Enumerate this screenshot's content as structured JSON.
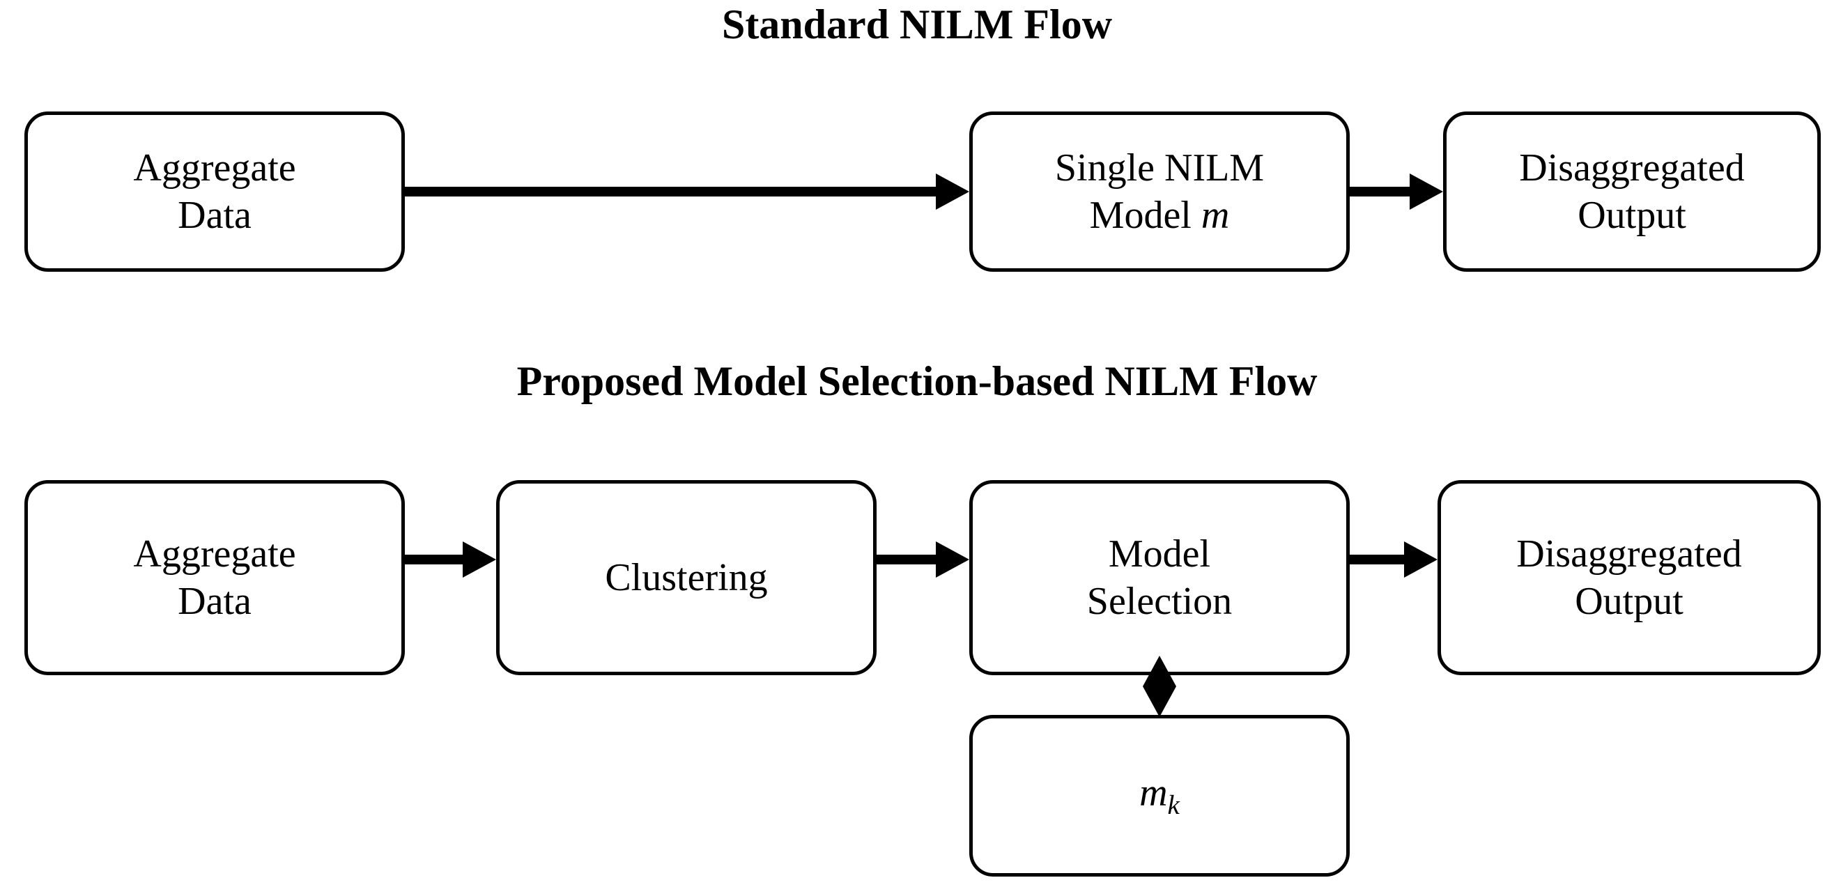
{
  "figure": {
    "background_color": "#ffffff",
    "stroke_color": "#000000"
  },
  "sections": [
    {
      "title": "Standard NILM Flow",
      "nodes": [
        {
          "id": "std-aggregate-data",
          "line1": "Aggregate",
          "line2": "Data"
        },
        {
          "id": "std-single-nilm-model",
          "line1": "Single NILM",
          "line2": "Model ",
          "italic": "m"
        },
        {
          "id": "std-disaggregated-output",
          "line1": "Disaggregated",
          "line2": "Output"
        }
      ],
      "connectors": [
        {
          "id": "std-arrow-1",
          "type": "arrow-right",
          "from": "std-aggregate-data",
          "to": "std-single-nilm-model"
        },
        {
          "id": "std-arrow-2",
          "type": "arrow-right",
          "from": "std-single-nilm-model",
          "to": "std-disaggregated-output"
        }
      ]
    },
    {
      "title": "Proposed Model Selection-based NILM Flow",
      "nodes": [
        {
          "id": "prop-aggregate-data",
          "line1": "Aggregate",
          "line2": "Data"
        },
        {
          "id": "prop-clustering",
          "line1": "Clustering",
          "line2": ""
        },
        {
          "id": "prop-model-selection",
          "line1": "Model",
          "line2": "Selection"
        },
        {
          "id": "prop-disaggregated-output",
          "line1": "Disaggregated",
          "line2": "Output"
        },
        {
          "id": "prop-model-pool",
          "italic": "m",
          "subscript": "k"
        }
      ],
      "connectors": [
        {
          "id": "prop-arrow-1",
          "type": "arrow-right",
          "from": "prop-aggregate-data",
          "to": "prop-clustering"
        },
        {
          "id": "prop-arrow-2",
          "type": "arrow-right",
          "from": "prop-clustering",
          "to": "prop-model-selection"
        },
        {
          "id": "prop-arrow-3",
          "type": "arrow-right",
          "from": "prop-model-selection",
          "to": "prop-disaggregated-output"
        },
        {
          "id": "prop-arrow-4",
          "type": "arrow-double-vertical",
          "from": "prop-model-selection",
          "to": "prop-model-pool"
        }
      ]
    }
  ]
}
